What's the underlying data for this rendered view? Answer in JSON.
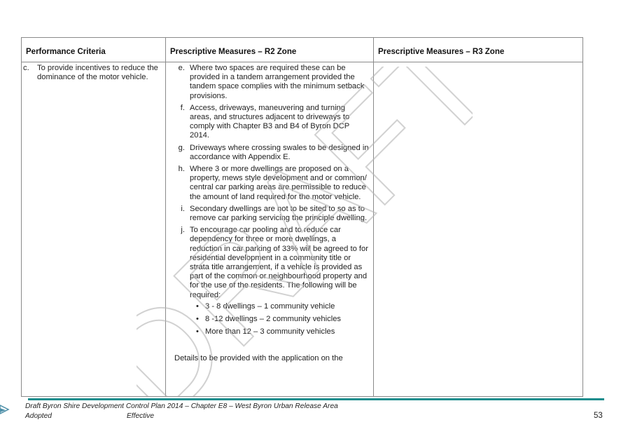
{
  "table": {
    "headers": [
      "Performance Criteria",
      "Prescriptive Measures – R2 Zone",
      "Prescriptive Measures – R3 Zone"
    ],
    "criteria": {
      "label": "c.",
      "text": "To provide incentives to reduce the dominance of the motor vehicle."
    },
    "measures": [
      {
        "label": "e.",
        "text": "Where two spaces are required these can be provided in a tandem arrangement provided the tandem space complies with the minimum setback provisions."
      },
      {
        "label": "f.",
        "text": "Access, driveways, maneuvering and turning areas, and structures adjacent to driveways to comply with Chapter B3 and B4 of Byron DCP 2014."
      },
      {
        "label": "g.",
        "text": "Driveways where crossing swales to be designed in accordance with Appendix E."
      },
      {
        "label": "h.",
        "text": "Where 3 or more dwellings are proposed on a property, mews style development and or common/ central car parking areas are permissible to reduce the amount of land required for the motor vehicle."
      },
      {
        "label": "i.",
        "text": "Secondary dwellings are not to be sited to so as to remove car parking servicing the principle dwelling."
      },
      {
        "label": "j.",
        "text": "To encourage car pooling and to reduce car dependency for three or more dwellings, a reduction in car parking of 33% will be agreed to for residential development in a community title or strata title arrangement, if a vehicle is provided as part of the common or neighbourhood property and for the use of the residents. The following will be required:"
      }
    ],
    "bullets": [
      "3 - 8 dwellings – 1 community vehicle",
      "8 -12 dwellings – 2 community vehicles",
      "More than 12 – 3 community vehicles"
    ],
    "details": "Details to be provided with the application on the"
  },
  "watermark": {
    "text": "DRAFT",
    "color": "#b4b4b4"
  },
  "footer": {
    "title": "Draft Byron Shire Development Control Plan 2014 – Chapter E8 – West Byron Urban Release Area",
    "adopted": "Adopted",
    "effective": "Effective",
    "page_number": "53",
    "rule_color": "#1a8c8c",
    "logo_icon": "council-logo-icon"
  }
}
